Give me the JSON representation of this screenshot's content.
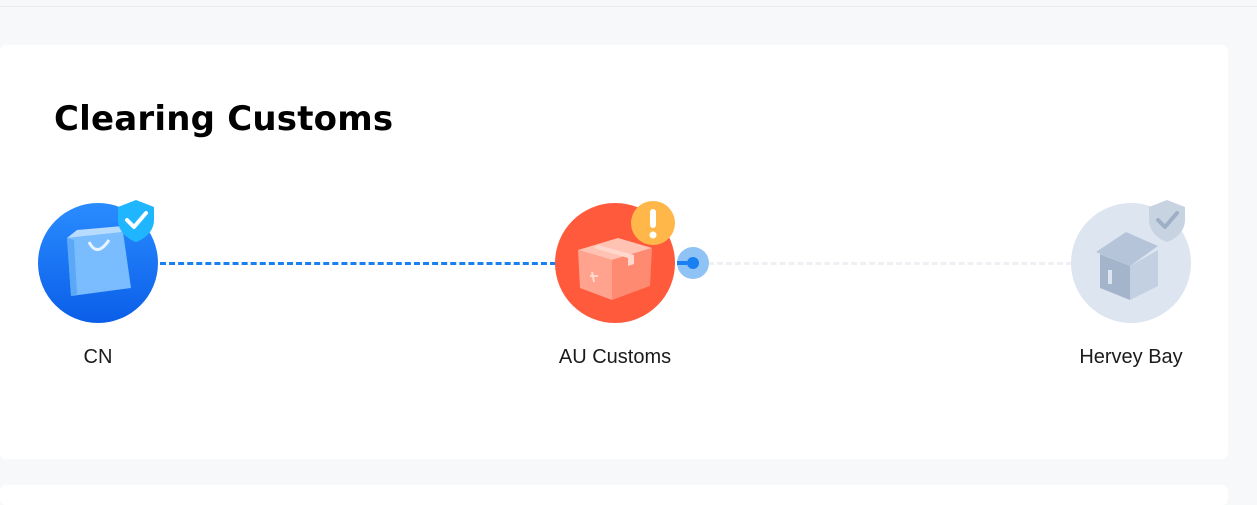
{
  "page": {
    "title": "Clearing Customs"
  },
  "steps": [
    {
      "label": "CN",
      "status": "done",
      "icon": "shopping-bag-icon",
      "badge": "check-shield-icon",
      "color": "#1677ff"
    },
    {
      "label": "AU Customs",
      "status": "exception",
      "icon": "parcel-box-icon",
      "badge": "exclamation-icon",
      "color": "#ff5a3c"
    },
    {
      "label": "Hervey Bay",
      "status": "pending",
      "icon": "house-icon",
      "badge": "check-shield-icon",
      "color": "#dbe4f0"
    }
  ],
  "colors": {
    "accent": "#1a7ff0",
    "pending_track": "#eef0f3",
    "warning": "#ffb74a"
  }
}
